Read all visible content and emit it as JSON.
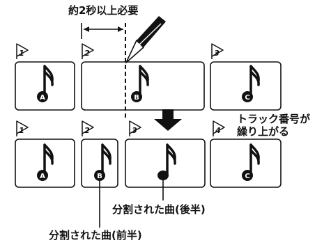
{
  "top_label": "約2秒以上必要",
  "top_row": [
    {
      "track": "1",
      "song": "A"
    },
    {
      "track": "2",
      "song": "B"
    },
    {
      "track": "3",
      "song": "C"
    }
  ],
  "bottom_row": [
    {
      "track": "1",
      "song": "A"
    },
    {
      "track": "2",
      "song": "B"
    },
    {
      "track": "3",
      "song": ""
    },
    {
      "track": "4",
      "song": "C"
    }
  ],
  "side_note_lines": [
    "トラック番号が",
    "繰り上がる"
  ],
  "callout_second_half": "分割された曲(後半)",
  "callout_first_half": "分割された曲(前半)",
  "icons": [
    "track-flag-icon",
    "music-note-icon",
    "scissors-knife-icon",
    "down-arrow-icon"
  ],
  "colors": {
    "ink": "#111111",
    "paper": "#ffffff"
  }
}
